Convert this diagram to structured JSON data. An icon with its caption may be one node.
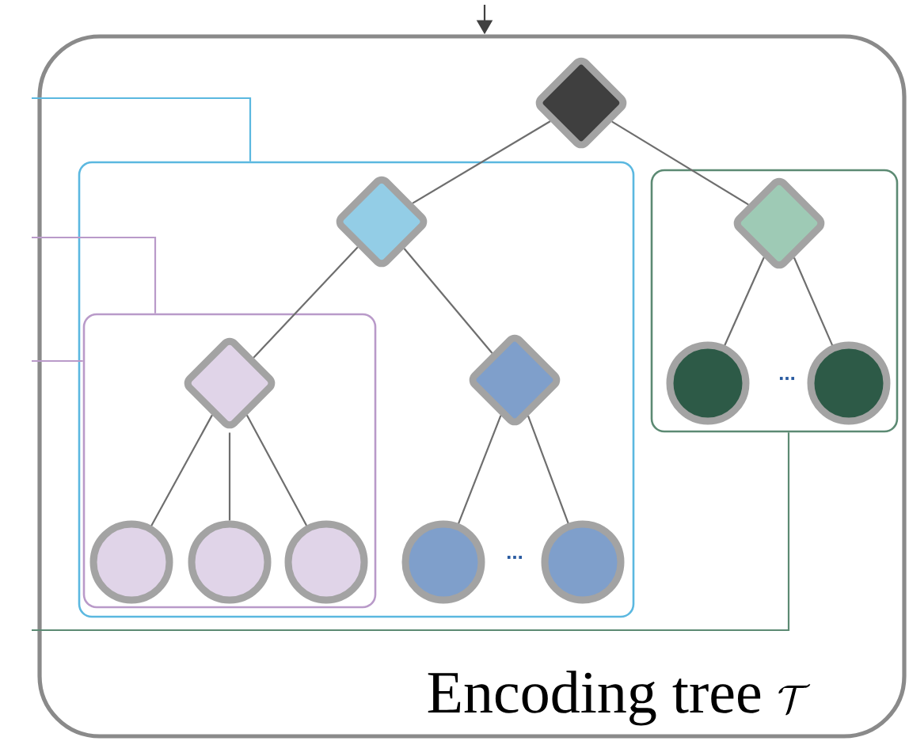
{
  "diagram": {
    "nodes": [
      {
        "text": [
          "Encoding tree",
          "\\mathcal{T}"
        ]
      },
      {
        "text": [],
        "shape": "diamond",
        "in": 0
      },
      {
        "text": [],
        "shape": "box",
        "in": 0
      },
      {
        "text": [],
        "shape": "diamond",
        "in": 2
      },
      {
        "text": [],
        "shape": "box",
        "in": 2
      },
      {
        "text": [],
        "shape": "diamond",
        "in": 4
      },
      {
        "text": [],
        "shape": "circle",
        "in": 4
      },
      {
        "text": [],
        "shape": "circle",
        "in": 4
      },
      {
        "text": [],
        "shape": "circle",
        "in": 4
      },
      {
        "text": [],
        "shape": "diamond",
        "in": 2
      },
      {
        "text": [],
        "shape": "circle",
        "in": 2
      },
      {
        "text": [],
        "shape": "circle",
        "in": 2
      },
      {
        "text": [],
        "shape": "box",
        "in": 0
      },
      {
        "text": [],
        "shape": "diamond",
        "in": 12
      },
      {
        "text": [],
        "shape": "circle",
        "in": 12
      },
      {
        "text": [],
        "shape": "circle",
        "in": 12
      }
    ],
    "edges": [
      {
        "from": null,
        "to": 0,
        "arrow": "to",
        "color": "#404040"
      },
      {
        "from": null,
        "to": 2,
        "arrow": "none",
        "color": "#5bb8e0"
      },
      {
        "from": null,
        "to": 4,
        "arrow": "none",
        "color": "#b99ac9"
      },
      {
        "from": null,
        "to": 4,
        "arrow": "none",
        "color": "#b99ac9"
      },
      {
        "from": 12,
        "to": null,
        "arrow": "none",
        "color": "#5c8a73"
      },
      {
        "from": 1,
        "to": 3,
        "arrow": "none"
      },
      {
        "from": 1,
        "to": 13,
        "arrow": "none"
      },
      {
        "from": 3,
        "to": 5,
        "arrow": "none"
      },
      {
        "from": 3,
        "to": 9,
        "arrow": "none"
      },
      {
        "from": 5,
        "to": 6,
        "arrow": "none"
      },
      {
        "from": 5,
        "to": 7,
        "arrow": "none"
      },
      {
        "from": 5,
        "to": 8,
        "arrow": "none"
      },
      {
        "from": 9,
        "to": 10,
        "arrow": "none"
      },
      {
        "from": 9,
        "to": 11,
        "arrow": "none"
      },
      {
        "from": 13,
        "to": 14,
        "arrow": "none"
      },
      {
        "from": 13,
        "to": 15,
        "arrow": "none"
      }
    ],
    "labels": [
      "...",
      "..."
    ]
  }
}
